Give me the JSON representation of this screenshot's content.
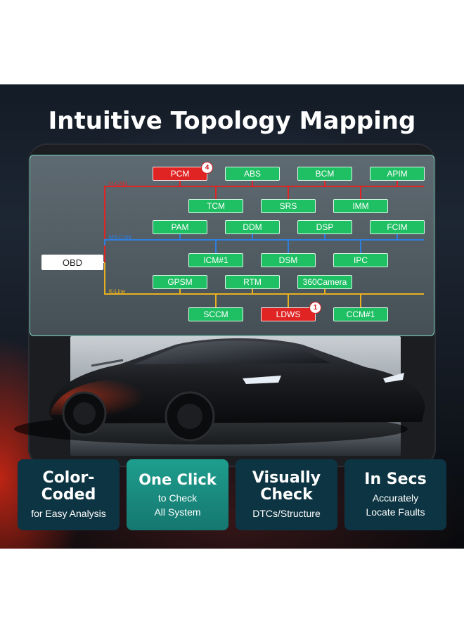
{
  "headline": "Intuitive Topology Mapping",
  "colors": {
    "ok": "#1fbf63",
    "error": "#e02424",
    "hs_can": "#e02424",
    "ms_can": "#2f7fe0",
    "k_line": "#e8b020"
  },
  "topology": {
    "obd_label": "OBD",
    "buses": [
      {
        "name": "H-CAN",
        "color": "#e02424"
      },
      {
        "name": "MS-CAN",
        "color": "#2f7fe0"
      },
      {
        "name": "K-Line",
        "color": "#e8b020"
      }
    ],
    "modules": [
      {
        "id": "pcm",
        "label": "PCM",
        "status": "error",
        "badge": "4"
      },
      {
        "id": "abs",
        "label": "ABS",
        "status": "ok"
      },
      {
        "id": "bcm",
        "label": "BCM",
        "status": "ok"
      },
      {
        "id": "apim",
        "label": "APIM",
        "status": "ok"
      },
      {
        "id": "tcm",
        "label": "TCM",
        "status": "ok"
      },
      {
        "id": "srs",
        "label": "SRS",
        "status": "ok"
      },
      {
        "id": "imm",
        "label": "IMM",
        "status": "ok"
      },
      {
        "id": "pam",
        "label": "PAM",
        "status": "ok"
      },
      {
        "id": "ddm",
        "label": "DDM",
        "status": "ok"
      },
      {
        "id": "dsp",
        "label": "DSP",
        "status": "ok"
      },
      {
        "id": "fcim",
        "label": "FCIM",
        "status": "ok"
      },
      {
        "id": "icm1",
        "label": "ICM#1",
        "status": "ok"
      },
      {
        "id": "dsm",
        "label": "DSM",
        "status": "ok"
      },
      {
        "id": "ipc",
        "label": "IPC",
        "status": "ok"
      },
      {
        "id": "gpsm",
        "label": "GPSM",
        "status": "ok"
      },
      {
        "id": "rtm",
        "label": "RTM",
        "status": "ok"
      },
      {
        "id": "cam360",
        "label": "360Camera",
        "status": "ok"
      },
      {
        "id": "sccm",
        "label": "SCCM",
        "status": "ok"
      },
      {
        "id": "ldws",
        "label": "LDWS",
        "status": "error",
        "badge": "1"
      },
      {
        "id": "ccm1",
        "label": "CCM#1",
        "status": "ok"
      }
    ]
  },
  "cards": [
    {
      "title_1": "Color-",
      "title_2": "Coded",
      "sub_1": "for Easy Analysis",
      "sub_2": ""
    },
    {
      "title_1": "One Click",
      "title_2": "",
      "sub_1": "to Check",
      "sub_2": "All System"
    },
    {
      "title_1": "Visually",
      "title_2": "Check",
      "sub_1": "DTCs/Structure",
      "sub_2": ""
    },
    {
      "title_1": "In Secs",
      "title_2": "",
      "sub_1": "Accurately",
      "sub_2": "Locate Faults"
    }
  ]
}
